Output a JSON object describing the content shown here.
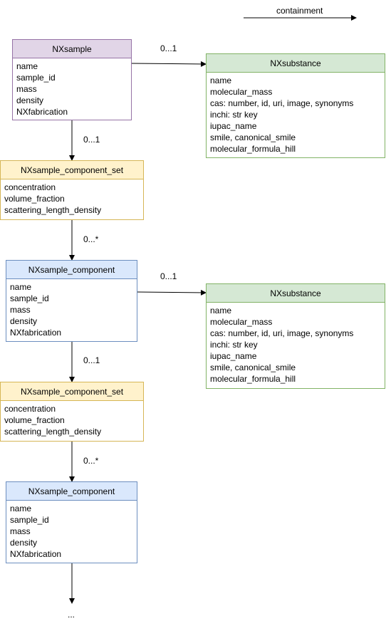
{
  "legend": {
    "label": "containment"
  },
  "sample": {
    "title": "NXsample",
    "fields": [
      "name",
      "sample_id",
      "mass",
      "density",
      "NXfabrication"
    ]
  },
  "substance1": {
    "title": "NXsubstance",
    "fields": [
      "name",
      "molecular_mass",
      "cas: number, id, uri, image, synonyms",
      "inchi: str key",
      "iupac_name",
      "smile, canonical_smile",
      "molecular_formula_hill"
    ]
  },
  "set1": {
    "title": "NXsample_component_set",
    "fields": [
      "concentration",
      "volume_fraction",
      "scattering_length_density"
    ]
  },
  "component1": {
    "title": "NXsample_component",
    "fields": [
      "name",
      "sample_id",
      "mass",
      "density",
      "NXfabrication"
    ]
  },
  "substance2": {
    "title": "NXsubstance",
    "fields": [
      "name",
      "molecular_mass",
      "cas: number, id, uri, image, synonyms",
      "inchi: str key",
      "iupac_name",
      "smile, canonical_smile",
      "molecular_formula_hill"
    ]
  },
  "set2": {
    "title": "NXsample_component_set",
    "fields": [
      "concentration",
      "volume_fraction",
      "scattering_length_density"
    ]
  },
  "component2": {
    "title": "NXsample_component",
    "fields": [
      "name",
      "sample_id",
      "mass",
      "density",
      "NXfabrication"
    ]
  },
  "multiplicities": {
    "sample_to_substance": "0...1",
    "sample_to_set": "0...1",
    "set_to_component": "0...*",
    "component_to_substance": "0...1",
    "component_to_set": "0...1",
    "set2_to_component2": "0...*"
  },
  "continuation": "..."
}
